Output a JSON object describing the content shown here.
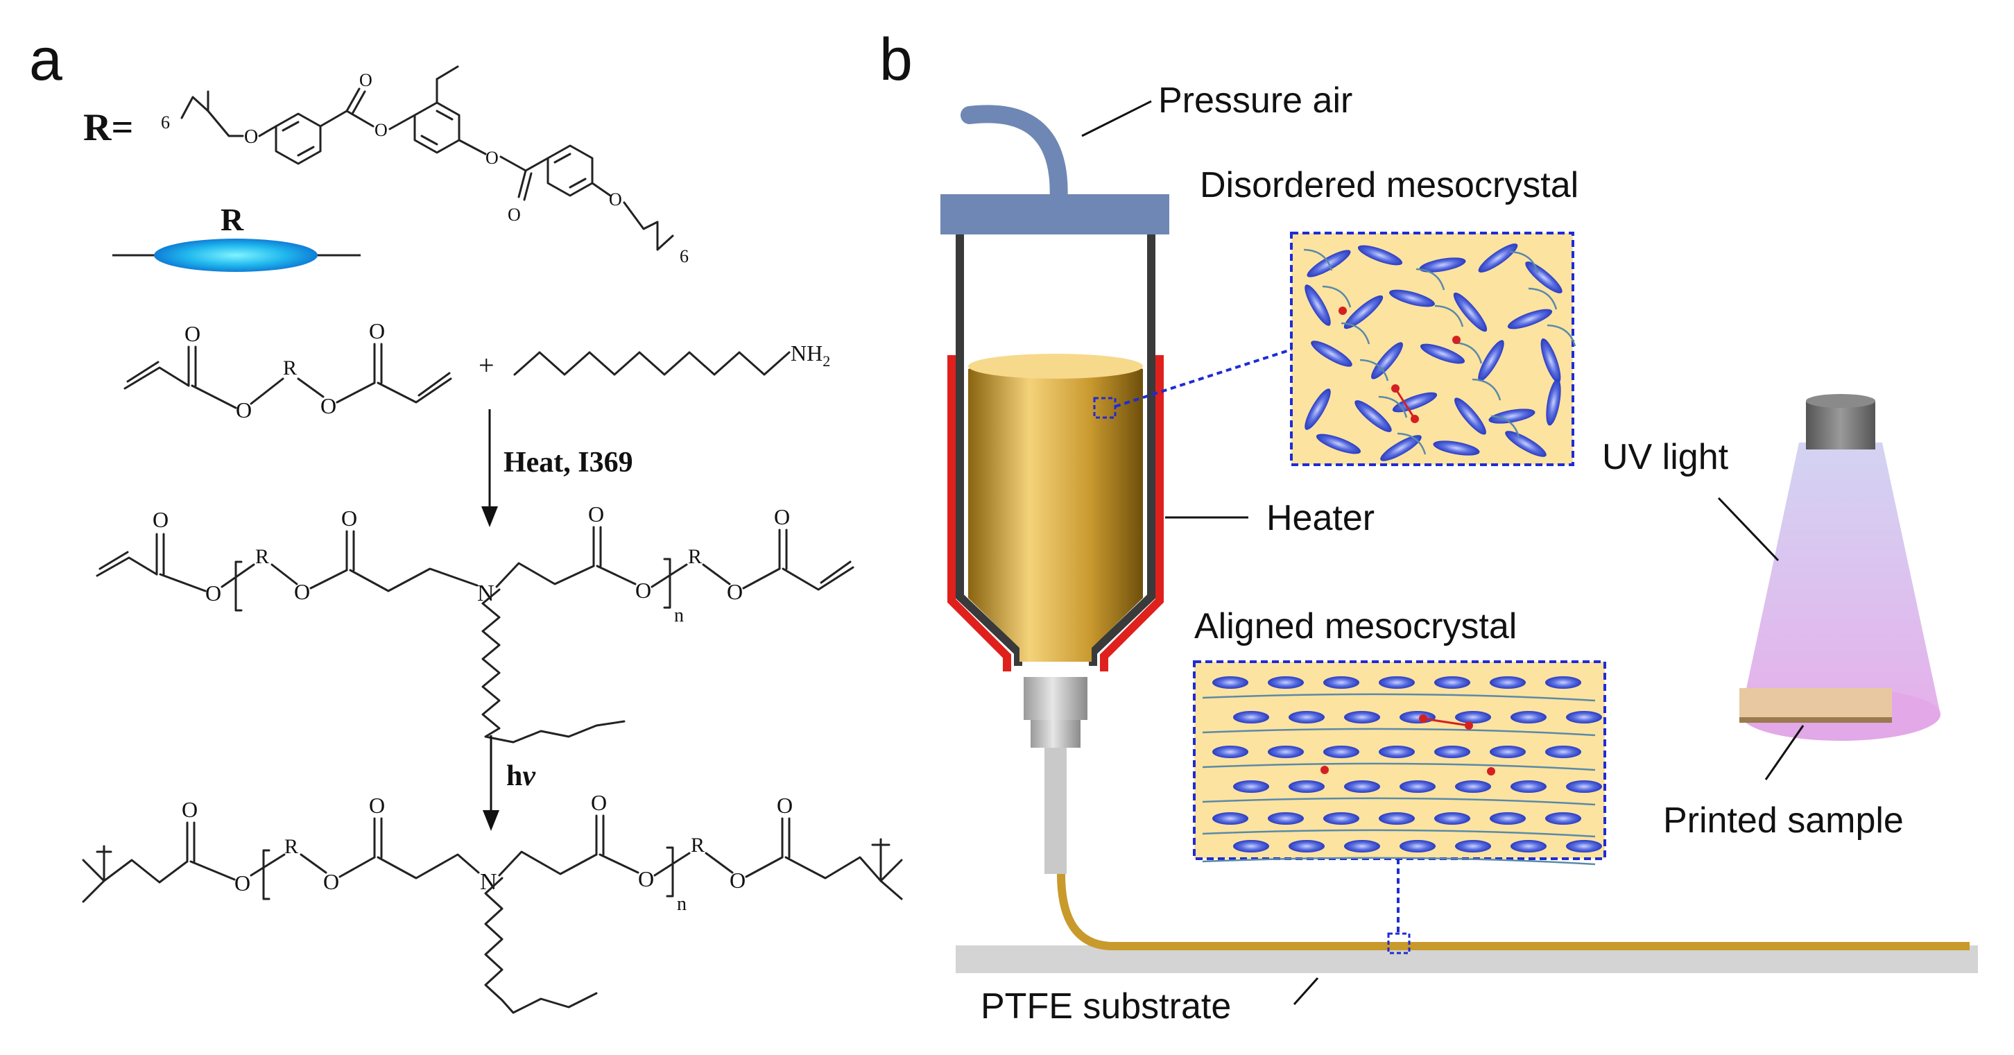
{
  "panel_a": {
    "letter": "a",
    "r_label": "R=",
    "r_subscript_top": "6",
    "r_subscript_bottom": "6",
    "mesogen_label": "R",
    "atom_o": "O",
    "atom_n": "N",
    "atom_nh2": "NH",
    "atom_nh2_sub": "2",
    "atom_r": "R",
    "plus": "+",
    "step1": "Heat, I369",
    "step2_h": "h",
    "step2_v": "v",
    "repeat_n": "n"
  },
  "panel_b": {
    "letter": "b",
    "pressure_air": "Pressure air",
    "disordered": "Disordered mesocrystal",
    "heater": "Heater",
    "aligned": "Aligned mesocrystal",
    "uv_light": "UV light",
    "printed_sample": "Printed sample",
    "ptfe": "PTFE substrate"
  },
  "colors": {
    "cap_blue": "#6f87b4",
    "heater_red": "#e0201c",
    "ink_gold": "#c89a2c",
    "mesogen_blue": "#4a5fd8",
    "box_fill": "#fde3a0",
    "box_border": "#1f2bd6",
    "crosslink_red": "#d42020",
    "uv_purple": "#d9a8e6"
  }
}
